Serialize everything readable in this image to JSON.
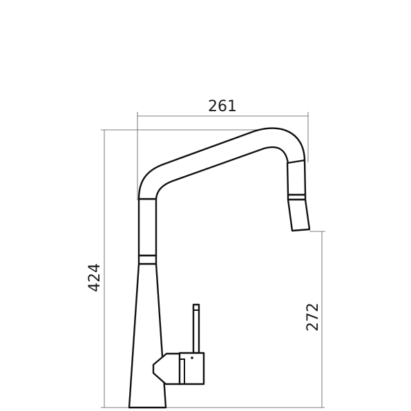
{
  "drawing": {
    "subject": "kitchen-faucet-side-view",
    "dimensions": {
      "width": "261",
      "total_height": "424",
      "spout_height": "272"
    },
    "colors": {
      "line": "#111111",
      "dimension": "#555555",
      "background": "#ffffff"
    }
  }
}
